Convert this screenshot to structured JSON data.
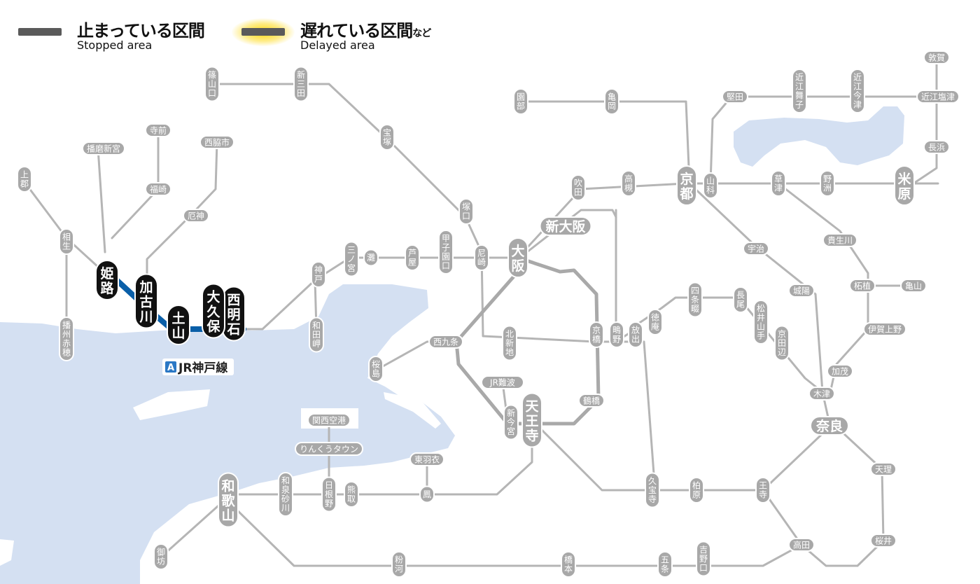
{
  "legend": {
    "stopped": {
      "ja": "止まっている区間",
      "en": "Stopped area"
    },
    "delayed": {
      "ja": "遅れている区間",
      "ja_suffix": "など",
      "en": "Delayed area"
    }
  },
  "line_badge": {
    "letter": "A",
    "name": "JR神戸線"
  },
  "colors": {
    "line": "#b5b5b5",
    "station_bg": "#a8a8a8",
    "affected_line": "#0a5fa8",
    "stopped_station_bg": "#111111",
    "water": "#d4e0f2",
    "loop_line": "#a9a9a9"
  },
  "stations": {
    "sasayamaguchi": "篠山口",
    "shinsanda": "新三田",
    "takarazuka": "宝塚",
    "tsukaguchi": "塚口",
    "amagasaki": "尼崎",
    "koshienguchi": "甲子園口",
    "ashiya": "芦屋",
    "nada": "灘",
    "sannomiya": "三ノ宮",
    "kobe": "神戸",
    "wadamisaki": "和田岬",
    "nishiakashi": "西明石",
    "okubo": "大久保",
    "dozan": "土山",
    "kakogawa": "加古川",
    "himeji": "姫路",
    "aioi": "相生",
    "kamigori": "上郡",
    "banshuako": "播州赤穂",
    "harimashingu": "播磨新宮",
    "teramae": "寺前",
    "fukusaki": "福崎",
    "nishiwakishi": "西脇市",
    "yakujin": "厄神",
    "osaka": "大阪",
    "shinosaka": "新大阪",
    "suita": "吹田",
    "takatsuki": "高槻",
    "kyoto": "京都",
    "yamashina": "山科",
    "sonobe": "園部",
    "kameoka": "亀岡",
    "katata": "堅田",
    "omimaiko": "近江舞子",
    "omiimazu": "近江今津",
    "tsuruga": "敦賀",
    "omishiotsu": "近江塩津",
    "nagahama": "長浜",
    "maibara": "米原",
    "kusatsu": "草津",
    "yasu": "野洲",
    "kibukawa": "貴生川",
    "tsuge": "柘植",
    "kameyama": "亀山",
    "igaueno": "伊賀上野",
    "kamo": "加茂",
    "kizu": "木津",
    "nara": "奈良",
    "tenri": "天理",
    "sakurai": "桜井",
    "takada": "高田",
    "oji": "王寺",
    "kashiwara": "柏原",
    "kyuhoji": "久宝寺",
    "uji": "宇治",
    "joyo": "城陽",
    "shijonawate": "四条畷",
    "nagao": "長尾",
    "matsuiyamate": "松井山手",
    "kyotanabe": "京田辺",
    "tokuan": "徳庵",
    "hanaten": "放出",
    "shigino": "鴫野",
    "kyobashi": "京橋",
    "kitashinchi": "北新地",
    "nishikujo": "西九条",
    "sakurajima": "桜島",
    "jrnamba": "JR難波",
    "shinimamiya": "新今宮",
    "tennoji": "天王寺",
    "tsuruhashi": "鶴橋",
    "kansaiairport": "関西空港",
    "rinkutown": "りんくうタウン",
    "hineno": "日根野",
    "kumatori": "熊取",
    "izumisunagawa": "和泉砂川",
    "wakayama": "和歌山",
    "gobo": "御坊",
    "higashihagoromo": "東羽衣",
    "otori": "鳳",
    "kokawa": "粉河",
    "hashimoto": "橋本",
    "gojo": "五条",
    "yoshinoguchi": "吉野口"
  }
}
